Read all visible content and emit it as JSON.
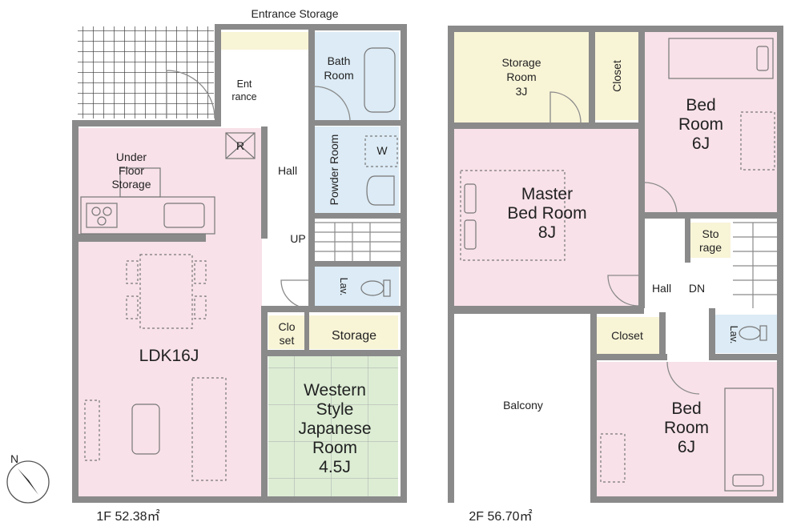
{
  "floor1": {
    "area_label": "1F 52.38㎡",
    "rooms": {
      "entrance_storage": "Entrance Storage",
      "entrance_1": "Ent",
      "entrance_2": "rance",
      "bath_1": "Bath",
      "bath_2": "Room",
      "hall": "Hall",
      "powder": "Powder Room",
      "washer": "W",
      "refrigerator": "R",
      "under_floor_1": "Under",
      "under_floor_2": "Floor",
      "under_floor_3": "Storage",
      "up": "UP",
      "lav": "Lav.",
      "ldk": "LDK16J",
      "closet_1": "Clo",
      "closet_2": "set",
      "storage": "Storage",
      "western_1": "Western",
      "western_2": "Style",
      "western_3": "Japanese",
      "western_4": "Room",
      "western_5": "4.5J"
    }
  },
  "floor2": {
    "area_label": "2F 56.70㎡",
    "rooms": {
      "storage_room_1": "Storage",
      "storage_room_2": "Room",
      "storage_room_3": "3J",
      "closet_a": "Closet",
      "bed_ne_1": "Bed",
      "bed_ne_2": "Room",
      "bed_ne_3": "6J",
      "master_1": "Master",
      "master_2": "Bed Room",
      "master_3": "8J",
      "sto_1": "Sto",
      "sto_2": "rage",
      "hall": "Hall",
      "dn": "DN",
      "lav": "Lav.",
      "closet_b": "Closet",
      "balcony": "Balcony",
      "bed_se_1": "Bed",
      "bed_se_2": "Room",
      "bed_se_3": "6J"
    }
  },
  "compass": {
    "north": "N"
  },
  "colors": {
    "pink": "#f8e1e8",
    "blue": "#dcebf5",
    "yellow": "#f8f4d6",
    "green": "#dcedd4",
    "white": "#ffffff",
    "wall": "#8a8a8a"
  }
}
